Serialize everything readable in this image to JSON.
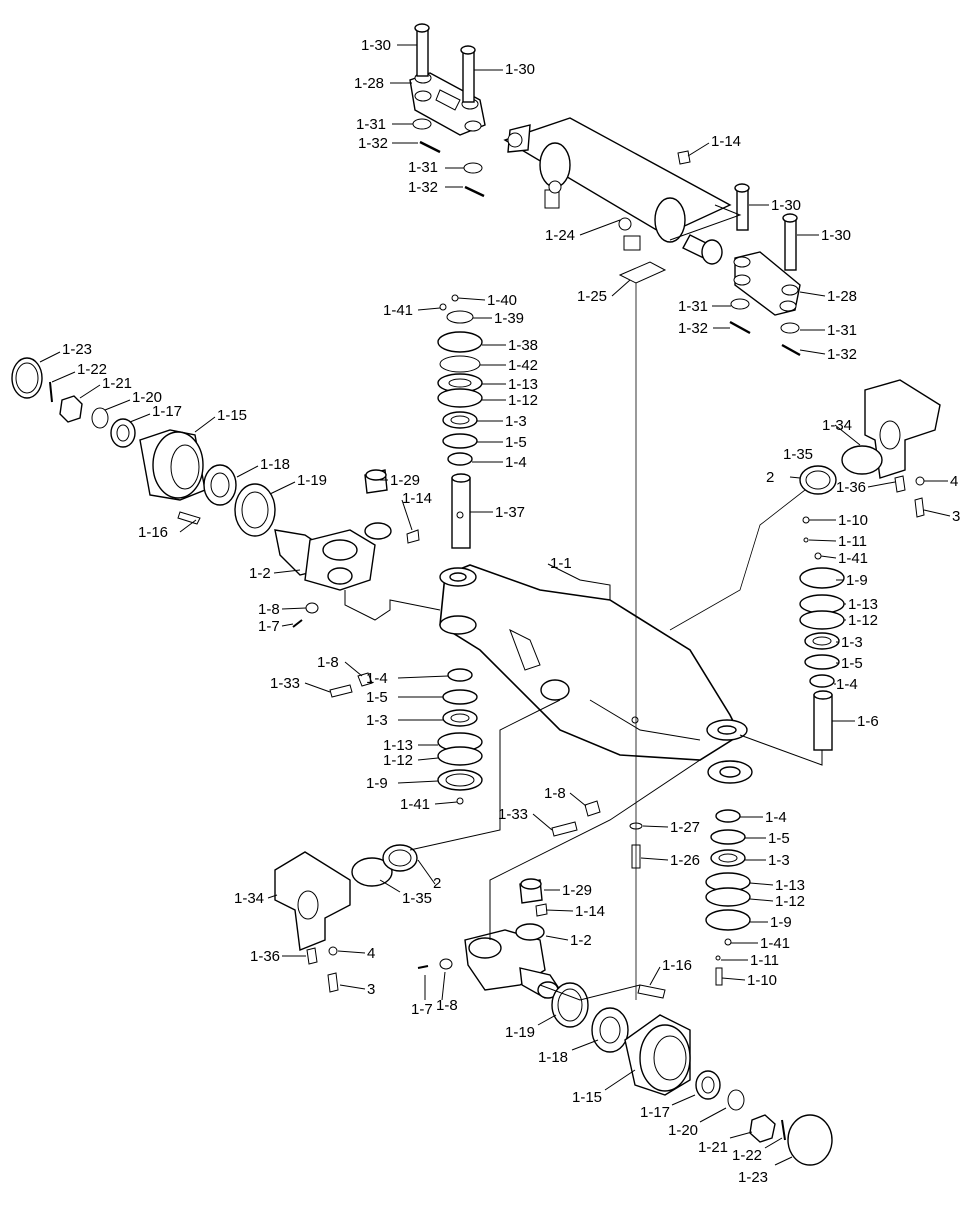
{
  "diagram": {
    "callouts": [
      {
        "id": "c01",
        "text": "1-30"
      },
      {
        "id": "c02",
        "text": "1-30"
      },
      {
        "id": "c03",
        "text": "1-28"
      },
      {
        "id": "c04",
        "text": "1-31"
      },
      {
        "id": "c05",
        "text": "1-32"
      },
      {
        "id": "c06",
        "text": "1-31"
      },
      {
        "id": "c07",
        "text": "1-32"
      },
      {
        "id": "c08",
        "text": "1-14"
      },
      {
        "id": "c09",
        "text": "1-30"
      },
      {
        "id": "c10",
        "text": "1-30"
      },
      {
        "id": "c11",
        "text": "1-24"
      },
      {
        "id": "c12",
        "text": "1-28"
      },
      {
        "id": "c13",
        "text": "1-25"
      },
      {
        "id": "c14",
        "text": "1-31"
      },
      {
        "id": "c15",
        "text": "1-32"
      },
      {
        "id": "c16",
        "text": "1-31"
      },
      {
        "id": "c17",
        "text": "1-32"
      },
      {
        "id": "c18",
        "text": "1-41"
      },
      {
        "id": "c19",
        "text": "1-40"
      },
      {
        "id": "c20",
        "text": "1-39"
      },
      {
        "id": "c21",
        "text": "1-38"
      },
      {
        "id": "c22",
        "text": "1-42"
      },
      {
        "id": "c23",
        "text": "1-13"
      },
      {
        "id": "c24",
        "text": "1-12"
      },
      {
        "id": "c25",
        "text": "1-3"
      },
      {
        "id": "c26",
        "text": "1-5"
      },
      {
        "id": "c27",
        "text": "1-4"
      },
      {
        "id": "c28",
        "text": "1-23"
      },
      {
        "id": "c29",
        "text": "1-22"
      },
      {
        "id": "c30",
        "text": "1-21"
      },
      {
        "id": "c31",
        "text": "1-20"
      },
      {
        "id": "c32",
        "text": "1-17"
      },
      {
        "id": "c33",
        "text": "1-15"
      },
      {
        "id": "c34",
        "text": "1-18"
      },
      {
        "id": "c35",
        "text": "1-19"
      },
      {
        "id": "c36",
        "text": "1-16"
      },
      {
        "id": "c37",
        "text": "1-29"
      },
      {
        "id": "c38",
        "text": "1-14"
      },
      {
        "id": "c39",
        "text": "1-37"
      },
      {
        "id": "c40",
        "text": "1-2"
      },
      {
        "id": "c41",
        "text": "1-8"
      },
      {
        "id": "c42",
        "text": "1-7"
      },
      {
        "id": "c43",
        "text": "1-1"
      },
      {
        "id": "c44",
        "text": "1-34"
      },
      {
        "id": "c45",
        "text": "2"
      },
      {
        "id": "c46",
        "text": "1-35"
      },
      {
        "id": "c47",
        "text": "1-36"
      },
      {
        "id": "c48",
        "text": "4"
      },
      {
        "id": "c49",
        "text": "3"
      },
      {
        "id": "c50",
        "text": "1-10"
      },
      {
        "id": "c51",
        "text": "1-11"
      },
      {
        "id": "c52",
        "text": "1-41"
      },
      {
        "id": "c53",
        "text": "1-9"
      },
      {
        "id": "c54",
        "text": "1-13"
      },
      {
        "id": "c55",
        "text": "1-12"
      },
      {
        "id": "c56",
        "text": "1-3"
      },
      {
        "id": "c57",
        "text": "1-5"
      },
      {
        "id": "c58",
        "text": "1-4"
      },
      {
        "id": "c59",
        "text": "1-6"
      },
      {
        "id": "c60",
        "text": "1-8"
      },
      {
        "id": "c61",
        "text": "1-4"
      },
      {
        "id": "c62",
        "text": "1-33"
      },
      {
        "id": "c63",
        "text": "1-5"
      },
      {
        "id": "c64",
        "text": "1-3"
      },
      {
        "id": "c65",
        "text": "1-13"
      },
      {
        "id": "c66",
        "text": "1-12"
      },
      {
        "id": "c67",
        "text": "1-9"
      },
      {
        "id": "c68",
        "text": "1-41"
      },
      {
        "id": "c69",
        "text": "1-8"
      },
      {
        "id": "c70",
        "text": "1-33"
      },
      {
        "id": "c71",
        "text": "1-27"
      },
      {
        "id": "c72",
        "text": "1-26"
      },
      {
        "id": "c73",
        "text": "1-4"
      },
      {
        "id": "c74",
        "text": "1-5"
      },
      {
        "id": "c75",
        "text": "1-3"
      },
      {
        "id": "c76",
        "text": "1-13"
      },
      {
        "id": "c77",
        "text": "1-12"
      },
      {
        "id": "c78",
        "text": "1-9"
      },
      {
        "id": "c79",
        "text": "1-41"
      },
      {
        "id": "c80",
        "text": "1-11"
      },
      {
        "id": "c81",
        "text": "1-10"
      },
      {
        "id": "c82",
        "text": "2"
      },
      {
        "id": "c83",
        "text": "1-35"
      },
      {
        "id": "c84",
        "text": "1-34"
      },
      {
        "id": "c85",
        "text": "1-29"
      },
      {
        "id": "c86",
        "text": "1-14"
      },
      {
        "id": "c87",
        "text": "1-2"
      },
      {
        "id": "c88",
        "text": "4"
      },
      {
        "id": "c89",
        "text": "1-36"
      },
      {
        "id": "c90",
        "text": "3"
      },
      {
        "id": "c91",
        "text": "1-7"
      },
      {
        "id": "c92",
        "text": "1-8"
      },
      {
        "id": "c93",
        "text": "1-16"
      },
      {
        "id": "c94",
        "text": "1-19"
      },
      {
        "id": "c95",
        "text": "1-18"
      },
      {
        "id": "c96",
        "text": "1-15"
      },
      {
        "id": "c97",
        "text": "1-17"
      },
      {
        "id": "c98",
        "text": "1-20"
      },
      {
        "id": "c99",
        "text": "1-21"
      },
      {
        "id": "c100",
        "text": "1-22"
      },
      {
        "id": "c101",
        "text": "1-23"
      }
    ]
  }
}
